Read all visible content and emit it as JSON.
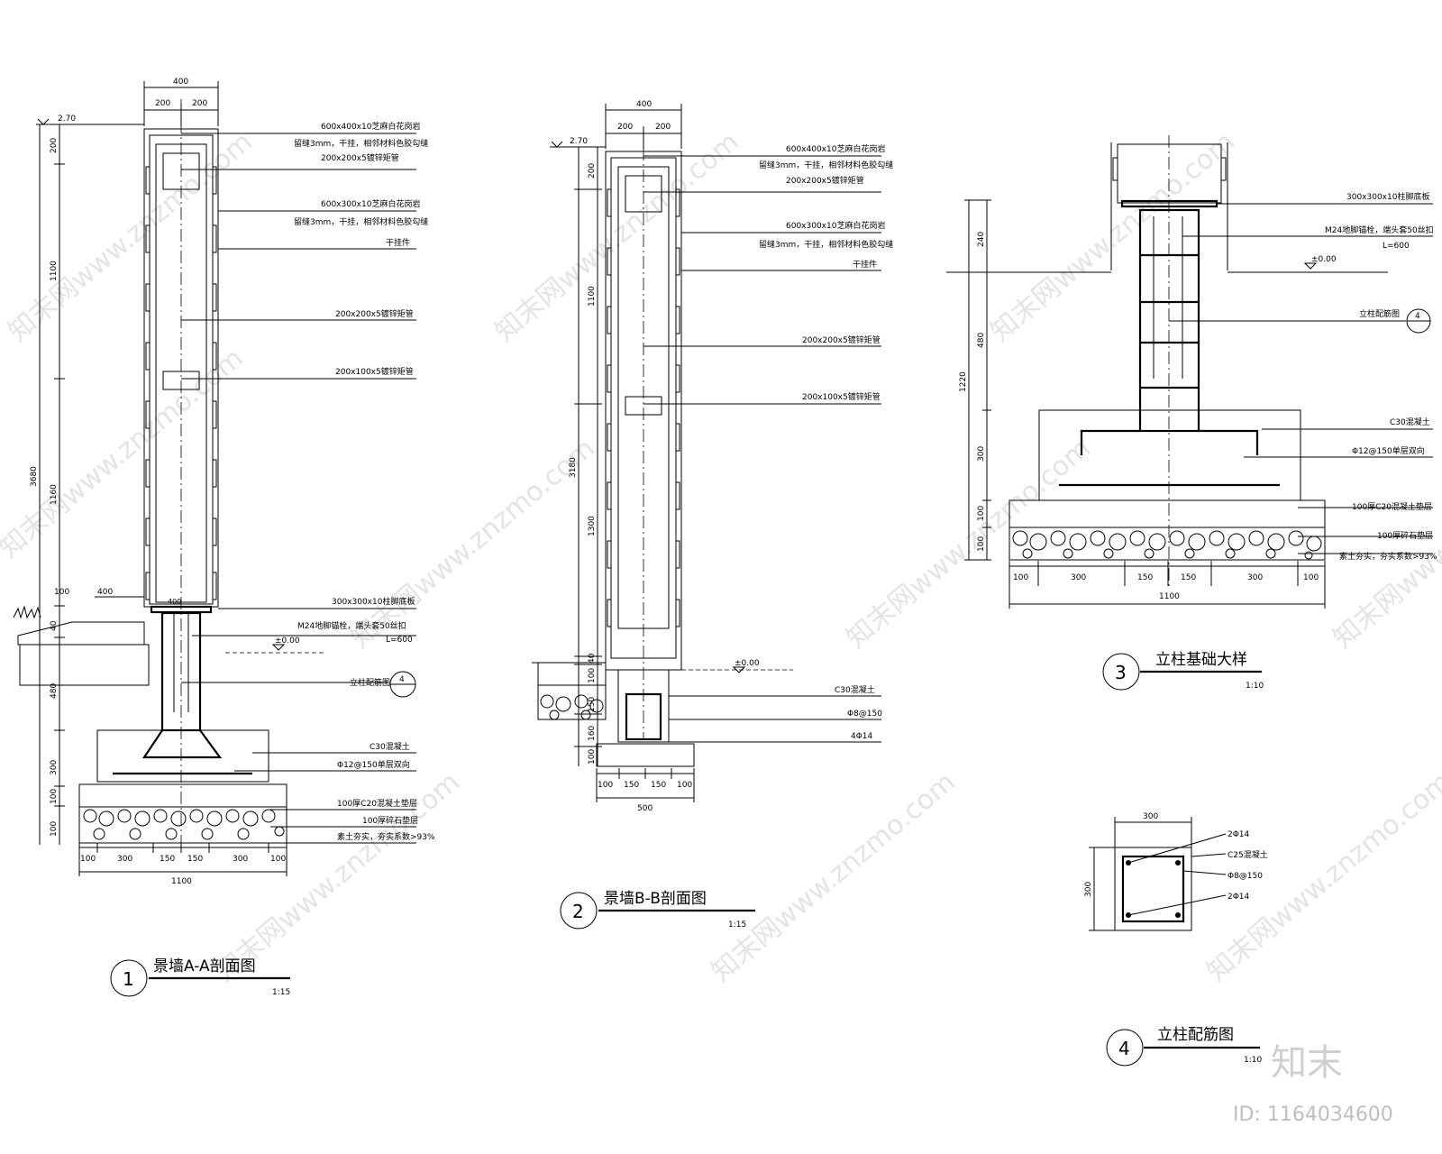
{
  "watermark": {
    "text": "知末网www.znzmo.com",
    "footer_logo": "知末",
    "footer_id": "ID: 1164034600"
  },
  "section1": {
    "number": "1",
    "title": "景墙A-A剖面图",
    "scale": "1:15",
    "elevation_top": "2.70",
    "elevation_zero": "±0.00",
    "ref_symbol": "4",
    "dims_top": [
      "400",
      "200",
      "200"
    ],
    "dims_left": [
      "200",
      "1100",
      "3680",
      "1160",
      "40",
      "480",
      "300",
      "100",
      "100"
    ],
    "dim_left_side": [
      "400",
      "100"
    ],
    "dims_bottom": [
      "100",
      "300",
      "150",
      "150",
      "300",
      "100"
    ],
    "dim_total": "1100",
    "base_dims": [
      "400",
      "100"
    ],
    "labels": [
      "600x400x10芝麻白花岗岩",
      "留缝3mm，干挂，相邻材料色胶勾缝",
      "200x200x5镀锌矩管",
      "600x300x10芝麻白花岗岩",
      "留缝3mm，干挂，相邻材料色胶勾缝",
      "干挂件",
      "200x200x5镀锌矩管",
      "200x100x5镀锌矩管",
      "300x300x10柱脚底板",
      "M24地脚锚栓，端头套50丝扣",
      "L=600",
      "立柱配筋图",
      "C30混凝土",
      "Φ12@150单层双向",
      "100厚C20混凝土垫层",
      "100厚碎石垫层",
      "素土夯实，夯实系数>93%"
    ]
  },
  "section2": {
    "number": "2",
    "title": "景墙B-B剖面图",
    "scale": "1:15",
    "elevation_top": "2.70",
    "elevation_zero": "±0.00",
    "dims_top": [
      "400",
      "200",
      "200"
    ],
    "dims_left": [
      "200",
      "1100",
      "3180",
      "1300",
      "40",
      "100",
      "150",
      "160",
      "100"
    ],
    "dims_bottom": [
      "100",
      "150",
      "150",
      "100"
    ],
    "dim_total": "500",
    "labels": [
      "600x400x10芝麻白花岗岩",
      "留缝3mm，干挂，相邻材料色胶勾缝",
      "200x200x5镀锌矩管",
      "600x300x10芝麻白花岗岩",
      "留缝3mm，干挂，相邻材料色胶勾缝",
      "干挂件",
      "200x200x5镀锌矩管",
      "200x100x5镀锌矩管",
      "C30混凝土",
      "Φ8@150",
      "4Φ14"
    ]
  },
  "section3": {
    "number": "3",
    "title": "立柱基础大样",
    "scale": "1:10",
    "elevation_zero": "±0.00",
    "ref_symbol": "4",
    "dims_left": [
      "240",
      "1220",
      "480",
      "300",
      "100",
      "100"
    ],
    "dims_bottom": [
      "100",
      "300",
      "150",
      "150",
      "300",
      "100"
    ],
    "dim_total": "1100",
    "labels": [
      "300x300x10柱脚底板",
      "M24地脚锚栓，端头套50丝扣",
      "L=600",
      "立柱配筋图",
      "C30混凝土",
      "Φ12@150单层双向",
      "100厚C20混凝土垫层",
      "100厚碎石垫层",
      "素土夯实，夯实系数>93%"
    ]
  },
  "section4": {
    "number": "4",
    "title": "立柱配筋图",
    "scale": "1:10",
    "dim_top": "300",
    "dim_left": "300",
    "labels": [
      "2Φ14",
      "C25混凝土",
      "Φ8@150",
      "2Φ14"
    ]
  }
}
